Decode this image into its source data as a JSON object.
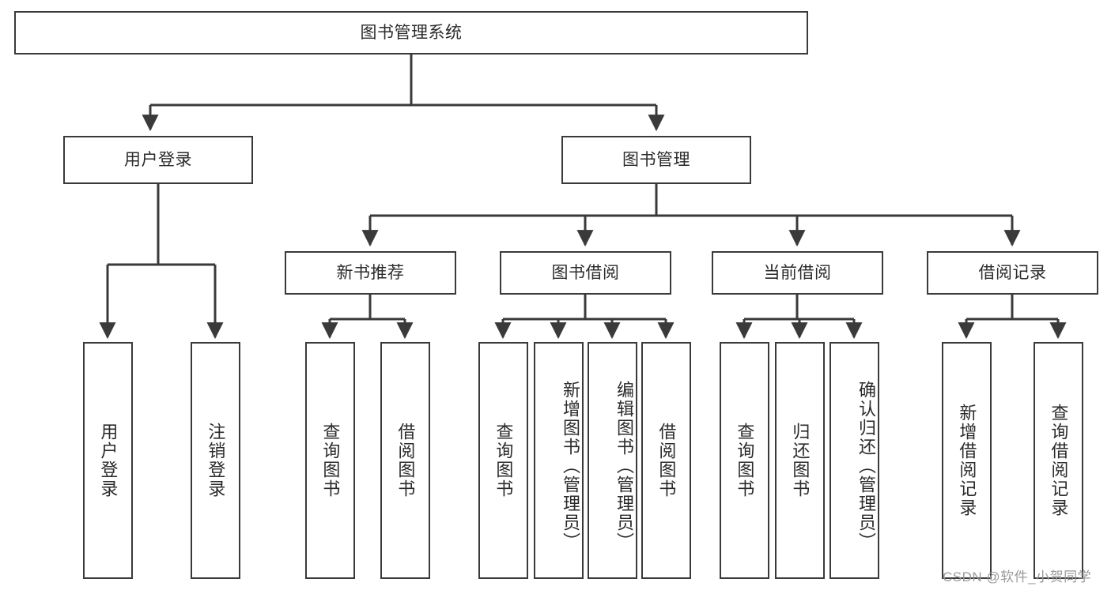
{
  "diagram": {
    "type": "tree",
    "title": "图书管理系统",
    "root": {
      "label": "图书管理系统"
    },
    "level2": [
      {
        "label": "用户登录"
      },
      {
        "label": "图书管理"
      }
    ],
    "level3": [
      {
        "label": "新书推荐"
      },
      {
        "label": "图书借阅"
      },
      {
        "label": "当前借阅"
      },
      {
        "label": "借阅记录"
      }
    ],
    "leaves": {
      "user_login": [
        {
          "label": "用户登录"
        },
        {
          "label": "注销登录"
        }
      ],
      "new_book_recommend": [
        {
          "label": "查询图书"
        },
        {
          "label": "借阅图书"
        }
      ],
      "book_borrow": [
        {
          "label": "查询图书"
        },
        {
          "label": "新增图书（管理员）"
        },
        {
          "label": "编辑图书（管理员）"
        },
        {
          "label": "借阅图书"
        }
      ],
      "current_borrow": [
        {
          "label": "查询图书"
        },
        {
          "label": "归还图书"
        },
        {
          "label": "确认归还（管理员）"
        }
      ],
      "borrow_record": [
        {
          "label": "新增借阅记录"
        },
        {
          "label": "查询借阅记录"
        }
      ]
    },
    "colors": {
      "stroke": "#3a3a3a",
      "fill": "#ffffff",
      "text": "#2b2b2b",
      "watermark": "#9a9a9a"
    }
  },
  "watermark": {
    "text": "CSDN @软件_小贺同学"
  }
}
